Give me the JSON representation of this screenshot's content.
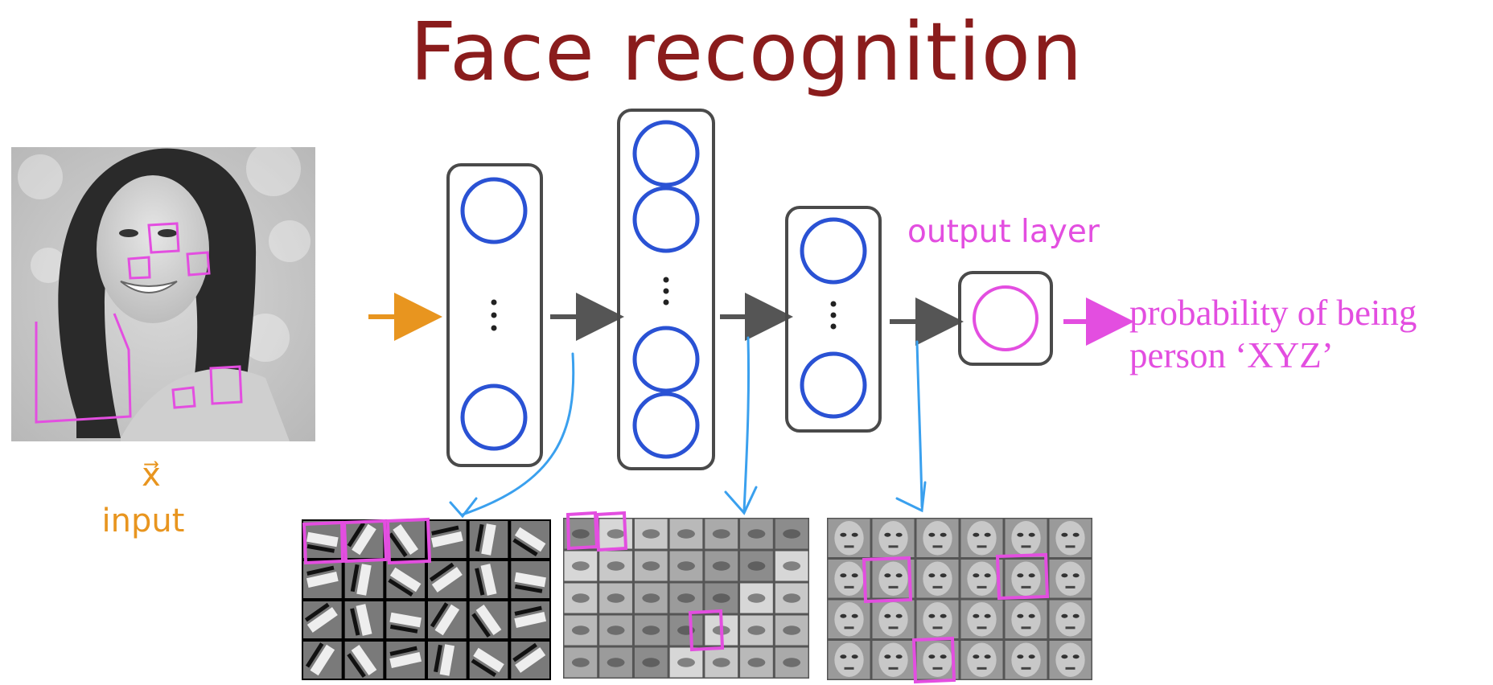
{
  "title": "Face recognition",
  "input": {
    "symbol": "x⃗",
    "label": "input"
  },
  "output": {
    "layer_label": "output layer",
    "result_text": "probability of being person ‘XYZ’"
  },
  "hidden_layers": [
    {
      "name": "hidden-layer-1",
      "neurons": 2,
      "has_ellipsis": true
    },
    {
      "name": "hidden-layer-2",
      "neurons": 4,
      "has_ellipsis": true
    },
    {
      "name": "hidden-layer-3",
      "neurons": 2,
      "has_ellipsis": true
    }
  ],
  "feature_grids": [
    {
      "name": "layer-1-features",
      "kind": "edges",
      "rows": 4,
      "cols": 6
    },
    {
      "name": "layer-2-features",
      "kind": "face-parts",
      "rows": 5,
      "cols": 7
    },
    {
      "name": "layer-3-features",
      "kind": "faces",
      "rows": 4,
      "cols": 6
    }
  ],
  "colors": {
    "title": "#8a1c1c",
    "input_accent": "#e8951f",
    "highlight": "#e34ee0",
    "neuron": "#2a52d4",
    "arrow": "#555555",
    "down_arrow": "#3aa0ee",
    "layer_border": "#4a4a4a"
  }
}
